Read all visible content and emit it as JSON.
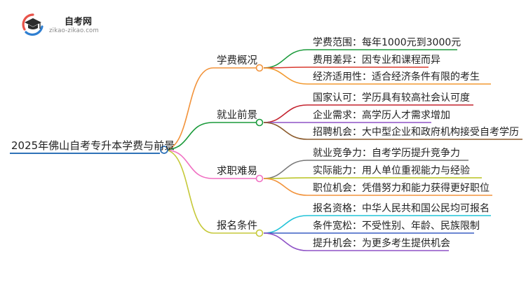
{
  "logo": {
    "title": "自考网",
    "url": "zikao-zikao.com",
    "icon": "graduation-cap-icon",
    "colors": {
      "cap": "#2c2c2c",
      "circle_red": "#e8534a",
      "circle_blue": "#2f7fd1"
    }
  },
  "root": {
    "label": "2025年佛山自考专升本学费与前景",
    "color": "#2f72b8"
  },
  "branches": [
    {
      "label": "学费概况",
      "color": "#f2933b",
      "leaves": [
        {
          "label": "学费范围：每年1000元到3000元",
          "color": "#1a9a3a"
        },
        {
          "label": "费用差异：因专业和课程而异",
          "color": "#d93a2f"
        },
        {
          "label": "经济适用性：适合经济条件有限的考生",
          "color": "#f29a30"
        }
      ]
    },
    {
      "label": "就业前景",
      "color": "#1a9a3a",
      "leaves": [
        {
          "label": "国家认可：学历具有较高社会认可度",
          "color": "#c4232f"
        },
        {
          "label": "企业需求：高学历人才需求增加",
          "color": "#8e52c6"
        },
        {
          "label": "招聘机会：大中型企业和政府机构接受自考学历",
          "color": "#8b5a2b"
        }
      ]
    },
    {
      "label": "求职难易",
      "color": "#f06fc2",
      "leaves": [
        {
          "label": "就业竞争力：自考学历提升竞争力",
          "color": "#777777"
        },
        {
          "label": "实际能力：用人单位重视能力与经验",
          "color": "#b8c21e"
        },
        {
          "label": "职位机会：凭借努力和能力获得更好职位",
          "color": "#f2933b"
        }
      ]
    },
    {
      "label": "报名条件",
      "color": "#c6c93a",
      "leaves": [
        {
          "label": "报名资格：中华人民共和国公民均可报名",
          "color": "#22c3d8"
        },
        {
          "label": "条件宽松：不受性别、年龄、民族限制",
          "color": "#3a5fc4"
        },
        {
          "label": "提升机会：为更多考生提供机会",
          "color": "#8e52c6"
        }
      ]
    }
  ]
}
